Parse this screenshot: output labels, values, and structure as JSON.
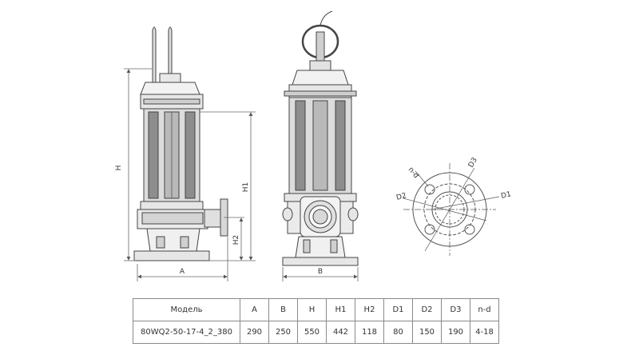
{
  "dimensions": {
    "a": "A",
    "b": "B",
    "h": "H",
    "h1": "H1",
    "h2": "H2",
    "d1": "D1",
    "d2": "D2",
    "d3": "D3",
    "nd": "n-d"
  },
  "table": {
    "headers": [
      "Модель",
      "A",
      "B",
      "H",
      "H1",
      "H2",
      "D1",
      "D2",
      "D3",
      "n-d"
    ],
    "rows": [
      [
        "80WQ2-50-17-4_2_380",
        "290",
        "250",
        "550",
        "442",
        "118",
        "80",
        "150",
        "190",
        "4-18"
      ]
    ]
  }
}
